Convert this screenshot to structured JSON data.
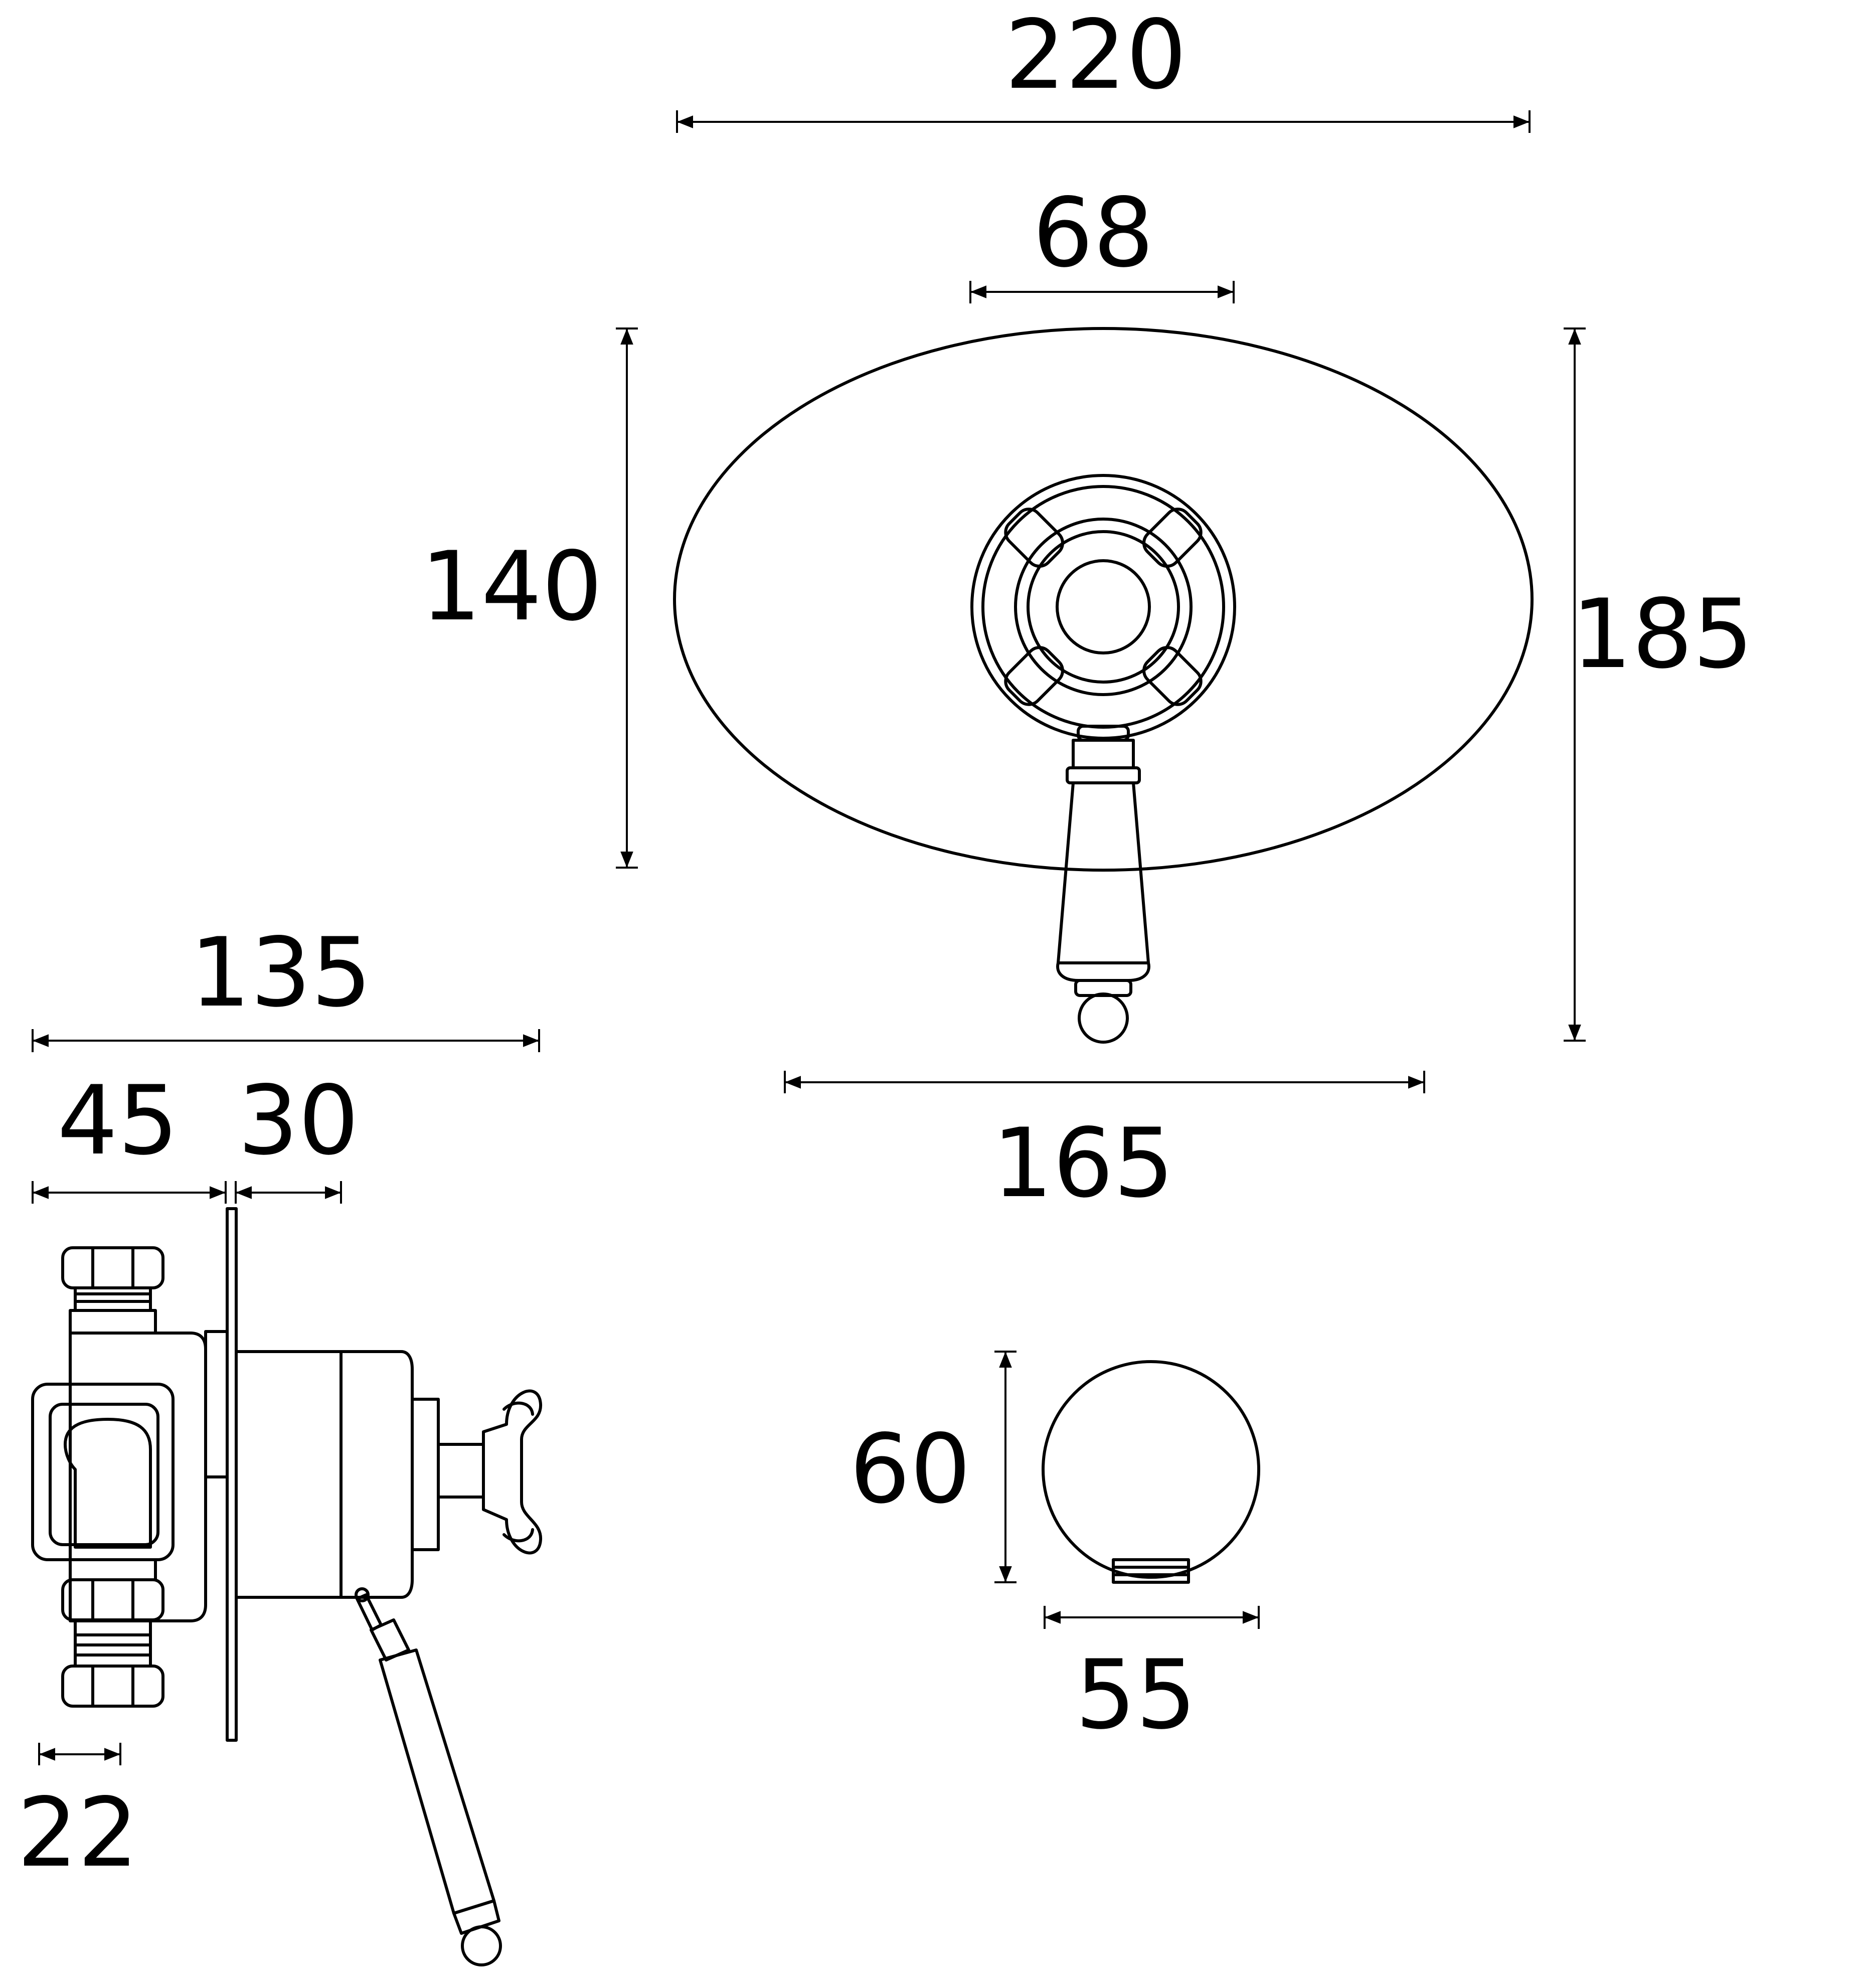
{
  "dimensions": {
    "plate_width": "220",
    "handle_spacing": "68",
    "plate_height": "140",
    "overall_height": "185",
    "projection_overall": "135",
    "projection_body": "45",
    "projection_front": "30",
    "pipe_size": "22",
    "bracket_height": "60",
    "bracket_width": "55",
    "lever_reach": "165"
  },
  "colors": {
    "ink": "#000000",
    "paper": "#ffffff"
  }
}
